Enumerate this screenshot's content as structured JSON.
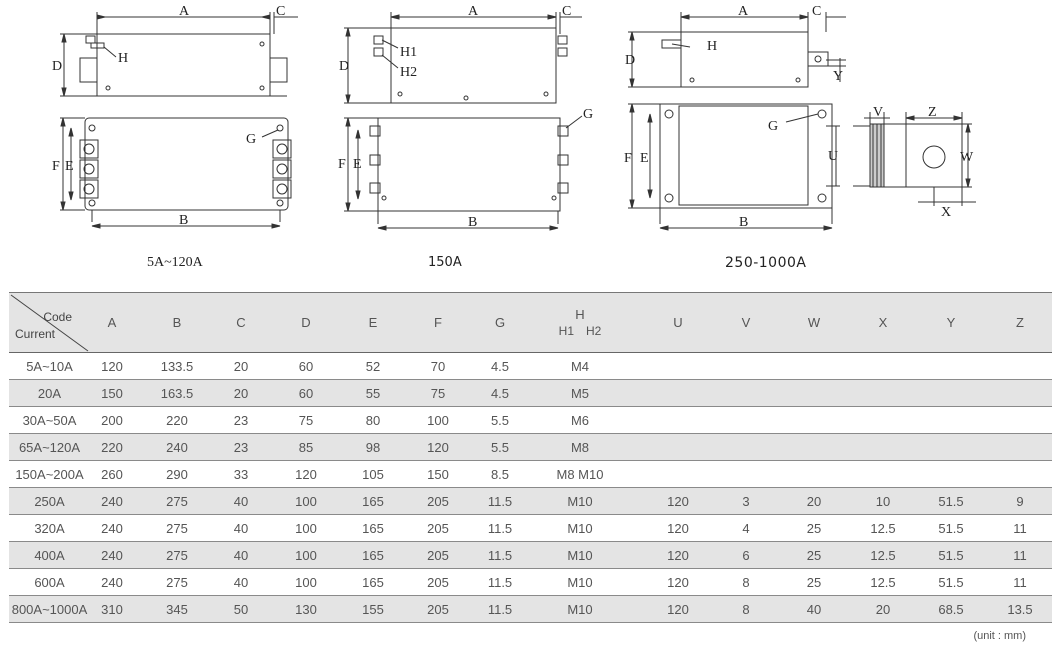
{
  "drawing": {
    "captions": [
      "5A~120A",
      "150A",
      "250-1000A"
    ],
    "labels": {
      "a": "A",
      "b": "B",
      "c": "C",
      "d": "D",
      "e": "E",
      "f": "F",
      "g": "G",
      "h": "H",
      "h1": "H1",
      "h2": "H2",
      "u": "U",
      "v": "V",
      "w": "W",
      "x": "X",
      "y": "Y",
      "z": "Z"
    }
  },
  "table": {
    "corner": {
      "code": "Code",
      "current": "Current"
    },
    "headers": [
      "A",
      "B",
      "C",
      "D",
      "E",
      "F",
      "G",
      "H",
      "U",
      "V",
      "W",
      "X",
      "Y",
      "Z"
    ],
    "h_sub": [
      "H1",
      "H2"
    ],
    "rows": [
      [
        "5A~10A",
        "120",
        "133.5",
        "20",
        "60",
        "52",
        "70",
        "4.5",
        "M4",
        "",
        "",
        "",
        "",
        "",
        ""
      ],
      [
        "20A",
        "150",
        "163.5",
        "20",
        "60",
        "55",
        "75",
        "4.5",
        "M5",
        "",
        "",
        "",
        "",
        "",
        ""
      ],
      [
        "30A~50A",
        "200",
        "220",
        "23",
        "75",
        "80",
        "100",
        "5.5",
        "M6",
        "",
        "",
        "",
        "",
        "",
        ""
      ],
      [
        "65A~120A",
        "220",
        "240",
        "23",
        "85",
        "98",
        "120",
        "5.5",
        "M8",
        "",
        "",
        "",
        "",
        "",
        ""
      ],
      [
        "150A~200A",
        "260",
        "290",
        "33",
        "120",
        "105",
        "150",
        "8.5",
        "M8  M10",
        "",
        "",
        "",
        "",
        "",
        ""
      ],
      [
        "250A",
        "240",
        "275",
        "40",
        "100",
        "165",
        "205",
        "11.5",
        "M10",
        "120",
        "3",
        "20",
        "10",
        "51.5",
        "9"
      ],
      [
        "320A",
        "240",
        "275",
        "40",
        "100",
        "165",
        "205",
        "11.5",
        "M10",
        "120",
        "4",
        "25",
        "12.5",
        "51.5",
        "11"
      ],
      [
        "400A",
        "240",
        "275",
        "40",
        "100",
        "165",
        "205",
        "11.5",
        "M10",
        "120",
        "6",
        "25",
        "12.5",
        "51.5",
        "11"
      ],
      [
        "600A",
        "240",
        "275",
        "40",
        "100",
        "165",
        "205",
        "11.5",
        "M10",
        "120",
        "8",
        "25",
        "12.5",
        "51.5",
        "11"
      ],
      [
        "800A~1000A",
        "310",
        "345",
        "50",
        "130",
        "155",
        "205",
        "11.5",
        "M10",
        "120",
        "8",
        "40",
        "20",
        "68.5",
        "13.5"
      ]
    ],
    "unit": "(unit : mm)"
  }
}
